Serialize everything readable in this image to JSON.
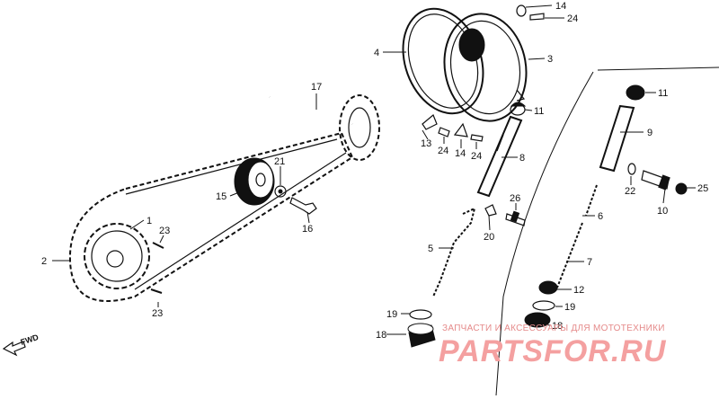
{
  "callouts": {
    "c1": "1",
    "c2": "2",
    "c3": "3",
    "c4": "4",
    "c5": "5",
    "c6": "6",
    "c7": "7",
    "c8": "8",
    "c9": "9",
    "c10": "10",
    "c11a": "11",
    "c11b": "11",
    "c12": "12",
    "c13": "13",
    "c14a": "14",
    "c14b": "14",
    "c15": "15",
    "c16": "16",
    "c17": "17",
    "c18a": "18",
    "c18b": "18",
    "c19a": "19",
    "c19b": "19",
    "c20": "20",
    "c21": "21",
    "c22": "22",
    "c23a": "23",
    "c23b": "23",
    "c24a": "24",
    "c24b": "24",
    "c24c": "24",
    "c25": "25",
    "c26": "26"
  },
  "fwd_label": "FWD",
  "watermark": {
    "small": "ЗАПЧАСТИ И АКСЕССУАРЫ ДЛЯ МОТОТЕХНИКИ",
    "big": "PARTSFOR.RU"
  }
}
